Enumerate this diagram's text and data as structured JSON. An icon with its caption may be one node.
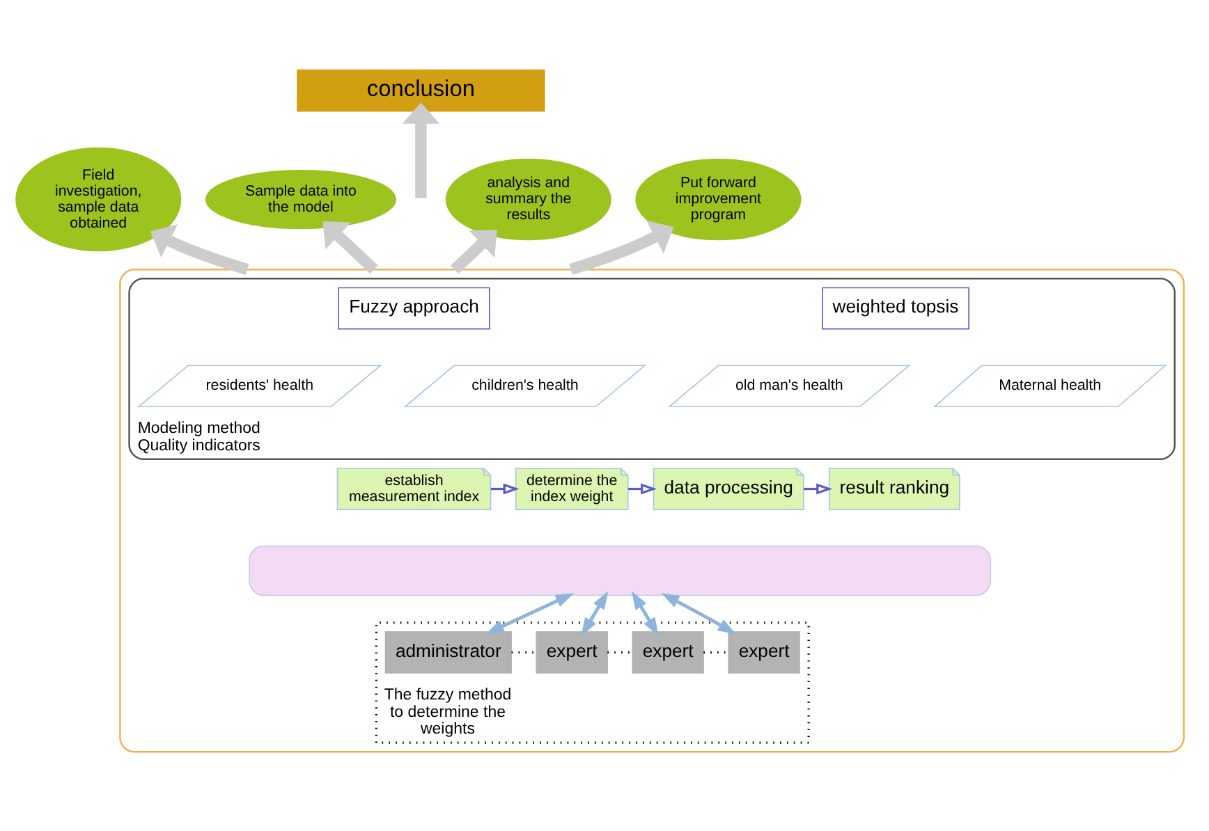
{
  "diagram": {
    "nodes": [
      {
        "text": [
          "conclusion"
        ]
      },
      {
        "text": [
          "Field investigation, sample data obtained"
        ]
      },
      {
        "text": [
          "Sample data into the model"
        ]
      },
      {
        "text": [
          "analysis and summary the results"
        ]
      },
      {
        "text": [
          "Put forward improvement program"
        ]
      },
      {
        "text": [],
        "shape": "box"
      },
      {
        "text": [
          "Modeling method",
          "Quality indicators"
        ],
        "in": 5
      },
      {
        "text": [
          "Fuzzy approach"
        ],
        "in": 6
      },
      {
        "text": [
          "weighted topsis"
        ],
        "in": 6
      },
      {
        "text": [
          "residents' health"
        ],
        "in": 6
      },
      {
        "text": [
          "children's health"
        ],
        "in": 6
      },
      {
        "text": [
          "old man's health"
        ],
        "in": 6
      },
      {
        "text": [
          "Maternal health"
        ],
        "in": 6
      },
      {
        "text": [
          "establish measurement index"
        ],
        "in": 5
      },
      {
        "text": [
          "determine the index weight"
        ],
        "in": 5
      },
      {
        "text": [
          "data processing"
        ],
        "in": 5
      },
      {
        "text": [
          "result ranking"
        ],
        "in": 5
      },
      {
        "text": [],
        "shape": "bar",
        "in": 5
      },
      {
        "text": [
          "The fuzzy method to determine the weights"
        ],
        "in": 5
      },
      {
        "text": [
          "administrator"
        ],
        "in": 18
      },
      {
        "text": [
          "expert"
        ],
        "in": 18
      },
      {
        "text": [
          "expert"
        ],
        "in": 18
      },
      {
        "text": [
          "expert"
        ],
        "in": 18
      }
    ],
    "edges": [
      {
        "from": null,
        "to": 0,
        "arrow": "to",
        "style": "thick"
      },
      {
        "from": 5,
        "to": 1,
        "arrow": "to",
        "style": "thick"
      },
      {
        "from": 5,
        "to": 2,
        "arrow": "to",
        "style": "thick"
      },
      {
        "from": 5,
        "to": 3,
        "arrow": "to",
        "style": "thick"
      },
      {
        "from": 5,
        "to": 4,
        "arrow": "to",
        "style": "thick"
      },
      {
        "from": 13,
        "to": 14,
        "arrow": "to",
        "color": "#5b5bc8"
      },
      {
        "from": 14,
        "to": 15,
        "arrow": "to",
        "color": "#5b5bc8"
      },
      {
        "from": 15,
        "to": 16,
        "arrow": "to",
        "color": "#5b5bc8"
      },
      {
        "from": 17,
        "to": 19,
        "arrow": "both",
        "color": "#8fb4dc"
      },
      {
        "from": 17,
        "to": 20,
        "arrow": "both",
        "color": "#8fb4dc"
      },
      {
        "from": 17,
        "to": 21,
        "arrow": "both",
        "color": "#8fb4dc"
      },
      {
        "from": 17,
        "to": 22,
        "arrow": "both",
        "color": "#8fb4dc"
      },
      {
        "from": 19,
        "to": 20,
        "arrow": "none",
        "style": "dashed",
        "color": "#000000"
      },
      {
        "from": 20,
        "to": 21,
        "arrow": "none",
        "style": "dashed",
        "color": "#000000"
      },
      {
        "from": 21,
        "to": 22,
        "arrow": "none",
        "style": "dashed",
        "color": "#000000"
      }
    ]
  }
}
